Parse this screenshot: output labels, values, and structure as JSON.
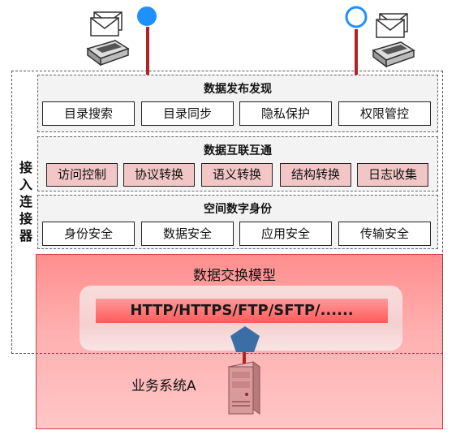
{
  "side_label": "接入连接器",
  "layers": [
    {
      "title": "数据发布发现",
      "items": [
        "目录搜索",
        "目录同步",
        "隐私保护",
        "权限管控"
      ]
    },
    {
      "title": "数据互联互通",
      "items": [
        "访问控制",
        "协议转换",
        "语义转换",
        "结构转换",
        "日志收集"
      ]
    },
    {
      "title": "空间数字身份",
      "items": [
        "身份安全",
        "数据安全",
        "应用安全",
        "传输安全"
      ]
    }
  ],
  "exchange": {
    "title": "数据交换模型",
    "protocols": "HTTP/HTTPS/FTP/SFTP/......",
    "system_label": "业务系统A"
  },
  "colors": {
    "accent_red": "#b22222",
    "zone_pink": "#ffb6b6",
    "endpoint_blue": "#1e90ff",
    "gateway_blue": "#3a6ea5"
  }
}
